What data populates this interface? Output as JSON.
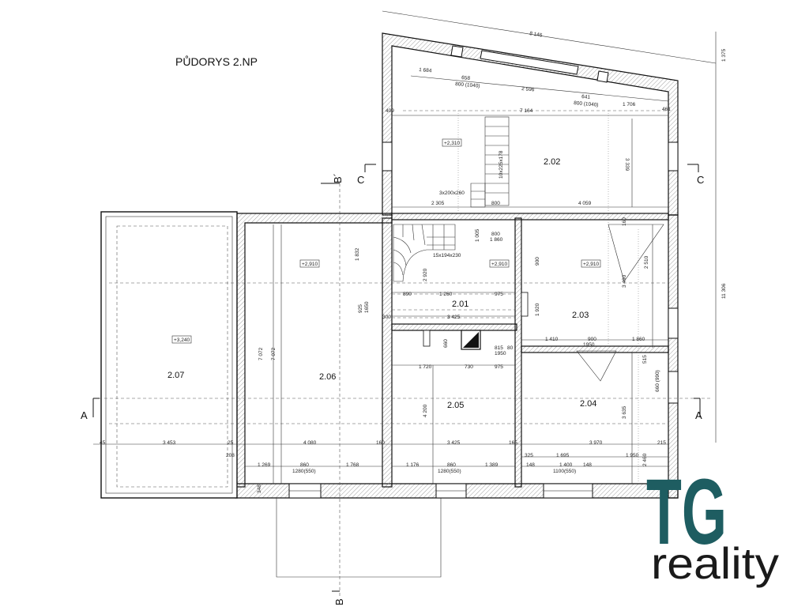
{
  "plan": {
    "title": "PŮDORYS 2.NP",
    "rooms": [
      {
        "id": "2.01",
        "level": "+2,910"
      },
      {
        "id": "2.02",
        "level": "+2,310"
      },
      {
        "id": "2.03",
        "level": "+2,910"
      },
      {
        "id": "2.04"
      },
      {
        "id": "2.05"
      },
      {
        "id": "2.06",
        "level": "+2,910"
      },
      {
        "id": "2.07",
        "level": "+3,240"
      }
    ],
    "sections": {
      "a": "A",
      "b": "B",
      "b_prime": "B´",
      "c": "C"
    },
    "dimensions": {
      "top_total": "8 146",
      "top_a": "1 684",
      "top_b": "658",
      "top_c": "800 (1040)",
      "top_d": "2 596",
      "top_e": "641",
      "top_f": "800 (1040)",
      "top_g": "1 706",
      "r202_width": "7 164",
      "r202_left": "409",
      "r202_right": "461",
      "r202_height": "3 339",
      "stair_note": "3x200x260",
      "stair_note2": "10x225x178",
      "r202_bottom_a": "2 305",
      "r202_bottom_b": "800",
      "r202_bottom_c": "4 059",
      "right_total": "11 306",
      "right_top": "1 375",
      "stair201": "15x194x230",
      "r201_a": "890",
      "r201_b": "1 260",
      "r201_c": "975",
      "r201_width": "3 425",
      "r201_left": "300",
      "r201_h": "1 860",
      "r203_a": "1 410",
      "r203_b": "900",
      "r203_c": "1 860",
      "r203_d": "1950",
      "r203_h1": "1 920",
      "r203_h2": "2 510",
      "r205_a": "1 720",
      "r205_b": "730",
      "r205_c": "975",
      "r205_h": "4 200",
      "r206_h": "7 072",
      "r206_h2": "7 072",
      "r206_top": "1 832",
      "row_a": "45",
      "row_b": "3 453",
      "row_c": "25",
      "row_d": "4 080",
      "row_e": "160",
      "row_f": "3 425",
      "row_g": "165",
      "row_h": "3 970",
      "row_i": "215",
      "w1_a": "1 269",
      "w1_b": "860",
      "w1_c": "1 768",
      "w1_sill": "1280(550)",
      "w2_a": "1 176",
      "w2_b": "860",
      "w2_c": "1 389",
      "w2_sill": "1280(550)",
      "w3_a": "325",
      "w3_b": "1 695",
      "w3_c": "1 950",
      "w3_d": "148",
      "w3_e": "1 400",
      "w3_f": "148",
      "w3_sill": "1100(550)",
      "misc_208": "208",
      "misc_348": "348",
      "misc_660": "660",
      "misc_815": "815",
      "misc_1950": "1950",
      "misc_80": "80",
      "misc_3635": "3 635",
      "misc_2460": "2 460",
      "misc_660b": "660 (990)",
      "misc_925": "925",
      "misc_1650": "1650",
      "misc_2920": "2 920",
      "misc_1005": "1 005",
      "misc_800b": "800",
      "misc_900": "900",
      "misc_3490": "3 490",
      "misc_160": "160",
      "misc_515": "515"
    }
  },
  "logo": {
    "mark": "TG",
    "word": "reality",
    "color": "#1e5d61"
  }
}
